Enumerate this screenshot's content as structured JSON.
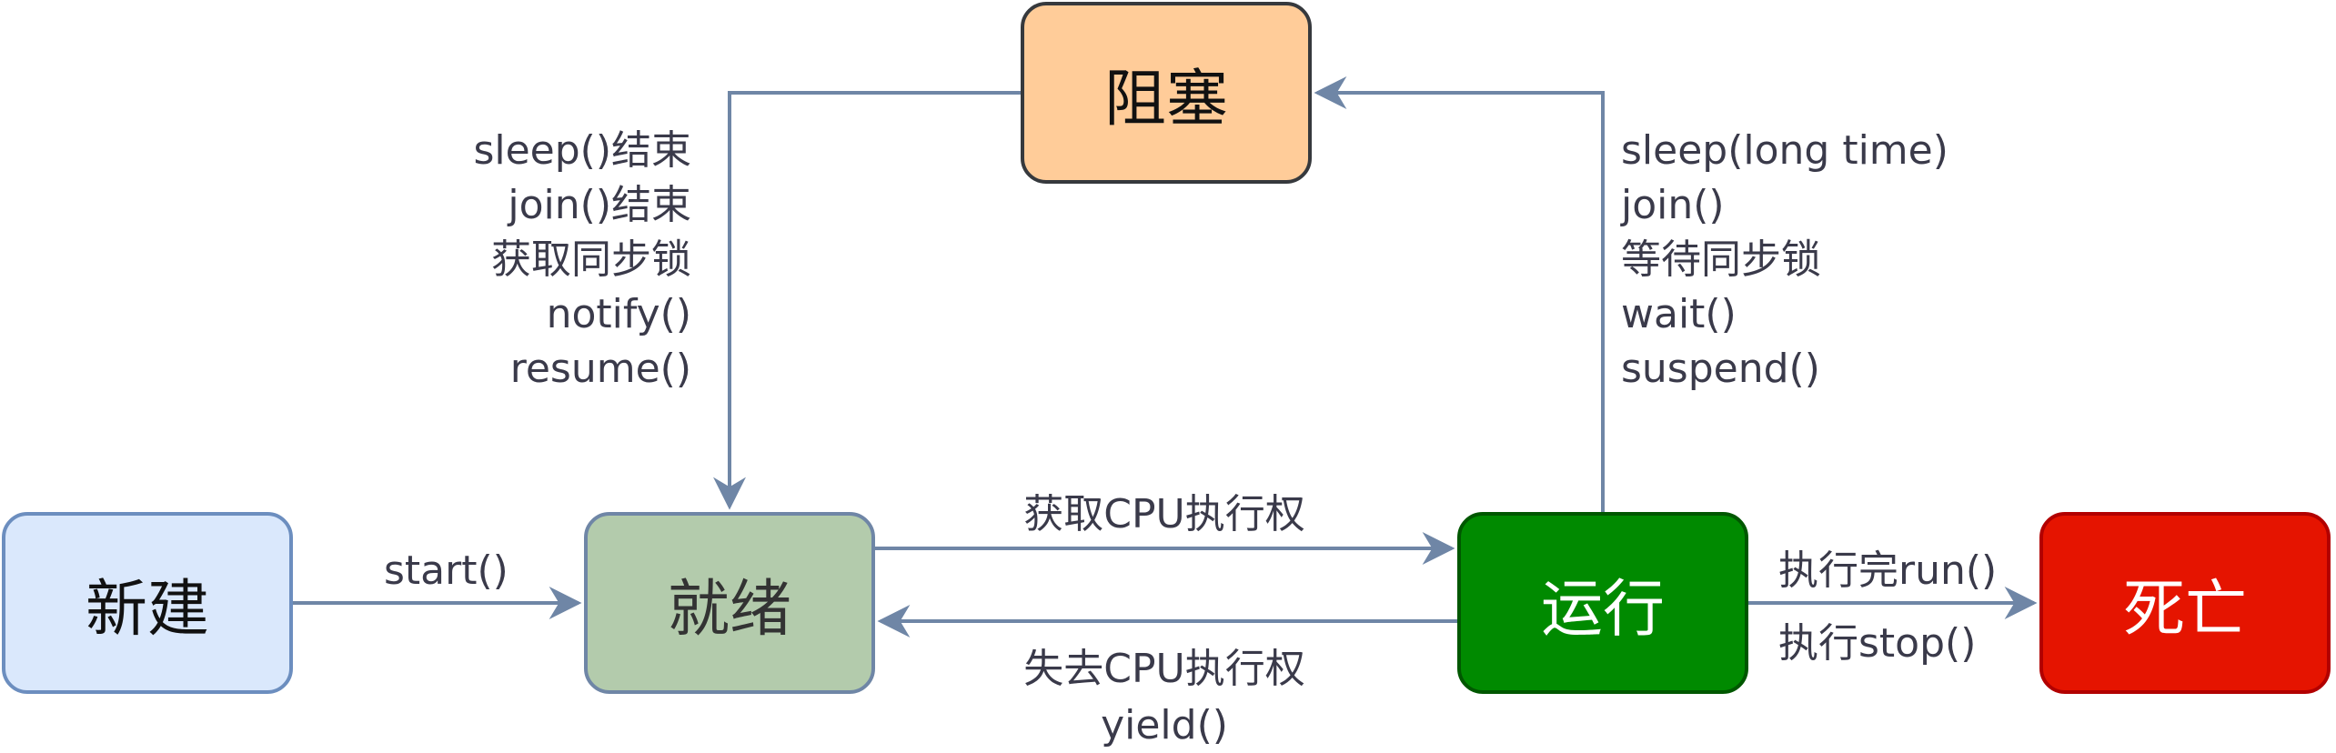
{
  "nodes": {
    "new": "新建",
    "ready": "就绪",
    "running": "运行",
    "dead": "死亡",
    "blocked": "阻塞"
  },
  "edges": {
    "start": "start()",
    "to_running": "获取CPU执行权",
    "to_ready_line1": "失去CPU执行权",
    "to_ready_line2": "yield()",
    "to_dead_line1": "执行完run()",
    "to_dead_line2": "执行stop()",
    "to_blocked": [
      "sleep(long time)",
      "join()",
      "等待同步锁",
      "wait()",
      "suspend()"
    ],
    "from_blocked": [
      "sleep()结束",
      "join()结束",
      "获取同步锁",
      "notify()",
      "resume()"
    ]
  },
  "colors": {
    "new_fill": "#dae8fc",
    "ready_fill": "#b3cbac",
    "running_fill": "#008a00",
    "dead_fill": "#e51400",
    "blocked_fill": "#ffcc99",
    "edge": "#6f86a6"
  }
}
